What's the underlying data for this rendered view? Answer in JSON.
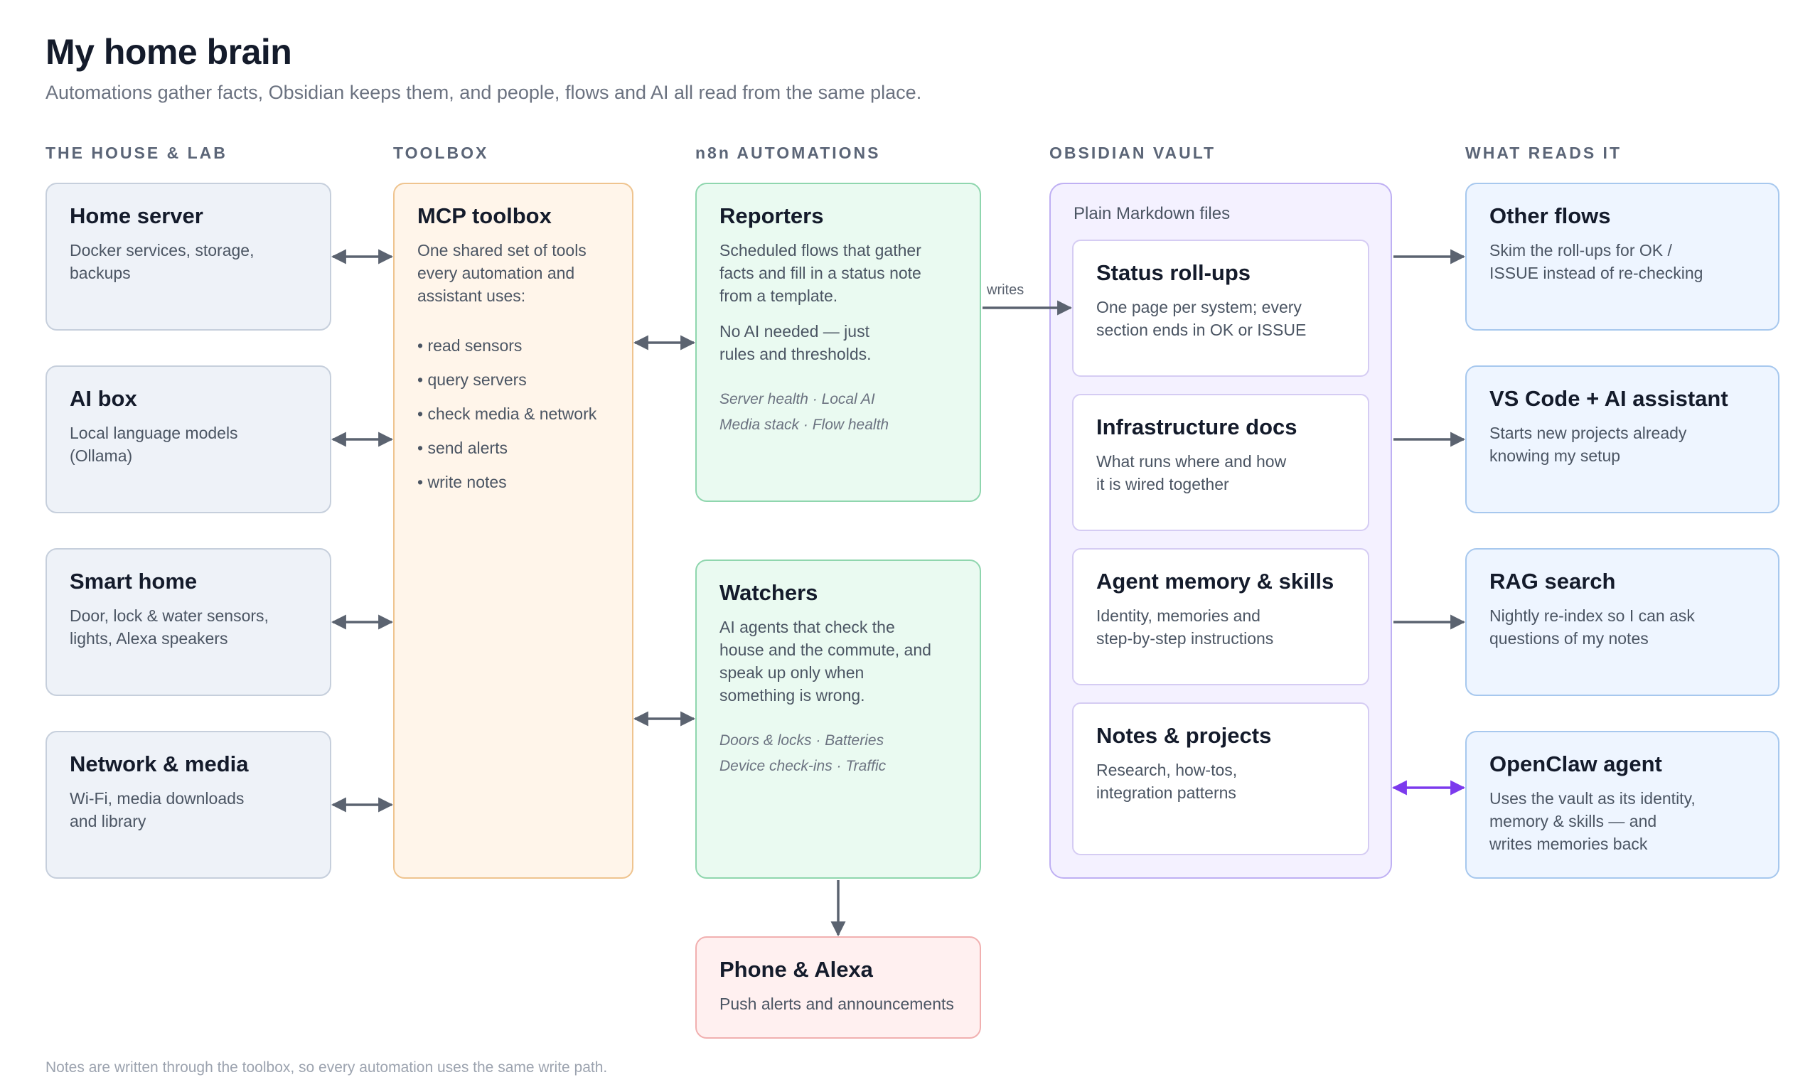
{
  "title": "My home brain",
  "subtitle": "Automations gather facts, Obsidian keeps them, and people, flows and AI all read from the same place.",
  "columns": {
    "house": "THE HOUSE & LAB",
    "toolbox": "TOOLBOX",
    "automations": "n8n AUTOMATIONS",
    "vault": "OBSIDIAN VAULT",
    "readers": "WHAT READS IT"
  },
  "house": [
    {
      "title": "Home server",
      "desc": "Docker services, storage, backups"
    },
    {
      "title": "AI box",
      "desc": "Local language models (Ollama)"
    },
    {
      "title": "Smart home",
      "desc": "Door, lock & water sensors, lights, Alexa speakers"
    },
    {
      "title": "Network & media",
      "desc": "Wi-Fi, media downloads and library"
    }
  ],
  "toolbox": {
    "title": "MCP toolbox",
    "desc": "One shared set of tools every automation and assistant uses:",
    "items": [
      "read sensors",
      "query servers",
      "check media & network",
      "send alerts",
      "write notes"
    ]
  },
  "reporters": {
    "title": "Reporters",
    "desc": "Scheduled flows that gather facts and fill in a status note from a template.",
    "desc2": "No AI needed — just rules and thresholds.",
    "tags1": "Server health · Local AI",
    "tags2": "Media stack · Flow health"
  },
  "watchers": {
    "title": "Watchers",
    "desc": "AI agents that check the house and the commute, and speak up only when something is wrong.",
    "tags1": "Doors & locks · Batteries",
    "tags2": "Device check-ins · Traffic"
  },
  "phone": {
    "title": "Phone & Alexa",
    "desc": "Push alerts and announcements"
  },
  "edge_writes": "writes",
  "vault": {
    "label": "Plain Markdown files",
    "notes": [
      {
        "title": "Status roll-ups",
        "desc": "One page per system; every section ends in OK or ISSUE"
      },
      {
        "title": "Infrastructure docs",
        "desc": "What runs where and how it is wired together"
      },
      {
        "title": "Agent memory & skills",
        "desc": "Identity, memories and step-by-step instructions"
      },
      {
        "title": "Notes & projects",
        "desc": "Research, how-tos, integration patterns"
      }
    ]
  },
  "readers": [
    {
      "title": "Other flows",
      "desc": "Skim the roll-ups for OK / ISSUE instead of re-checking"
    },
    {
      "title": "VS Code + AI assistant",
      "desc": "Starts new projects already knowing my setup"
    },
    {
      "title": "RAG search",
      "desc": "Nightly re-index so I can ask questions of my notes"
    },
    {
      "title": "OpenClaw agent",
      "desc": "Uses the vault as its identity, memory & skills — and writes memories back"
    }
  ],
  "footer": "Notes are written through the toolbox, so every automation uses the same write path.",
  "colors": {
    "arrow": "#5b6370",
    "accent_arrow": "#7c3aed"
  }
}
